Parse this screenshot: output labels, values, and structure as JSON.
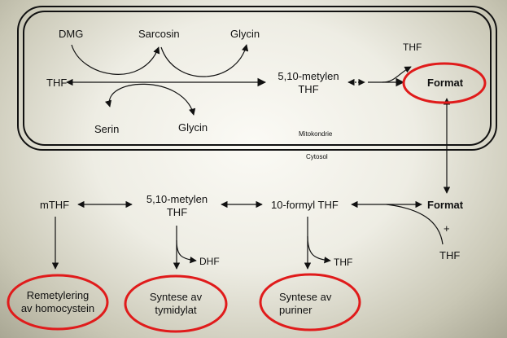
{
  "mitochondrion": {
    "dmg": "DMG",
    "sarcosine": "Sarcosin",
    "glycine_top": "Glycin",
    "thf_left": "THF",
    "serine": "Serin",
    "glycine_bottom": "Glycin",
    "methylene_thf_line1": "5,10-metylen",
    "methylene_thf_line2": "THF",
    "thf_top_right": "THF",
    "formate": "Format",
    "compartment_label": "Mitokondrie"
  },
  "cytosol": {
    "compartment_label": "Cytosol",
    "mthf": "mTHF",
    "methylene_thf_line1": "5,10-metylen",
    "methylene_thf_line2": "THF",
    "formyl_thf": "10-formyl THF",
    "formate": "Format",
    "plus": "+",
    "thf_right": "THF",
    "dhf": "DHF",
    "thf_under_formyl": "THF",
    "remethylation_line1": "Remetylering",
    "remethylation_line2": "av homocystein",
    "thymidylate_line1": "Syntese av",
    "thymidylate_line2": "tymidylat",
    "purine_line1": "Syntese av",
    "purine_line2": "puriner"
  },
  "colors": {
    "highlight_circle": "#e01b1b",
    "line": "#111111"
  }
}
